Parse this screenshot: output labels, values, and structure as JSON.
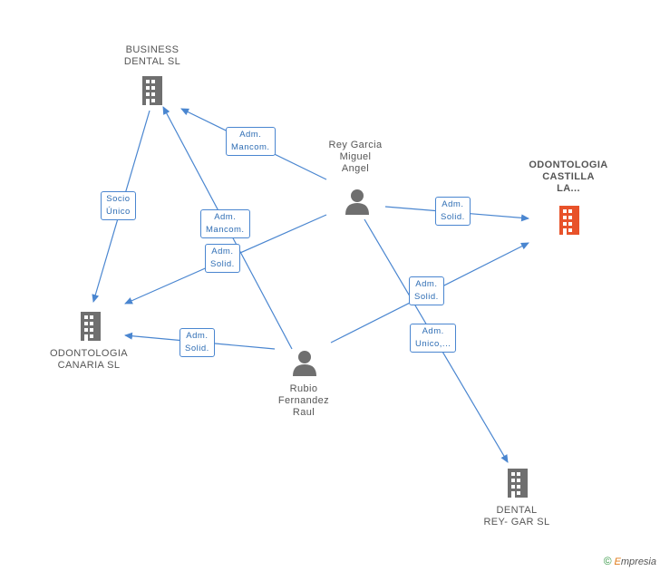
{
  "nodes": {
    "business_dental": {
      "label": "BUSINESS\nDENTAL  SL"
    },
    "odontologia_canaria": {
      "label": "ODONTOLOGIA\nCANARIA  SL"
    },
    "odontologia_castilla": {
      "label": "ODONTOLOGIA\nCASTILLA\nLA..."
    },
    "dental_reygar": {
      "label": "DENTAL\nREY- GAR SL"
    },
    "rey_garcia": {
      "label": "Rey Garcia\nMiguel\nAngel"
    },
    "rubio_fernandez": {
      "label": "Rubio\nFernandez\nRaul"
    }
  },
  "edges": [
    {
      "label": "Adm.\nMancom."
    },
    {
      "label": "Socio\nÚnico"
    },
    {
      "label": "Adm.\nMancom."
    },
    {
      "label": "Adm.\nSolid."
    },
    {
      "label": "Adm.\nSolid."
    },
    {
      "label": "Adm.\nSolid."
    },
    {
      "label": "Adm.\nSolid."
    },
    {
      "label": "Adm.\nUnico,..."
    }
  ],
  "colors": {
    "company": "#6f6f6f",
    "focus_company": "#e8522a",
    "person": "#6f6f6f",
    "edge": "#4a86d0"
  },
  "footer": {
    "copyright": "©",
    "brand_first": "E",
    "brand_rest": "mpresia"
  }
}
